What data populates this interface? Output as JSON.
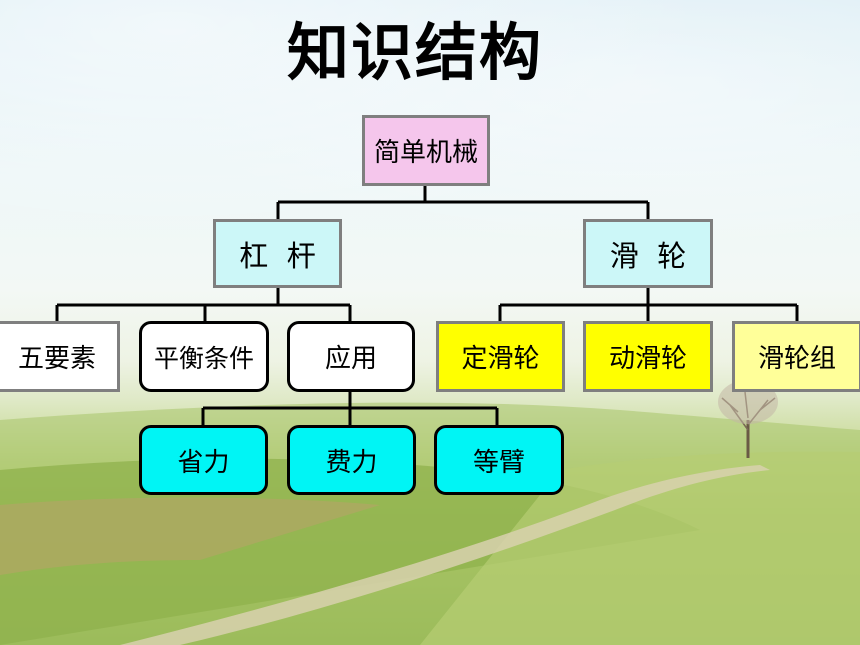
{
  "title": "知识结构",
  "root": {
    "label": "简单机械",
    "color": "#f5c6ec"
  },
  "level1": [
    {
      "label": "杠  杆",
      "color": "#ccf7f8"
    },
    {
      "label": "滑  轮",
      "color": "#ccf7f8"
    }
  ],
  "lever_children": [
    {
      "label": "五要素",
      "color": "#ffffff"
    },
    {
      "label": "平衡条件",
      "color": "#ffffff"
    },
    {
      "label": "应用",
      "color": "#ffffff"
    }
  ],
  "application_children": [
    {
      "label": "省力",
      "color": "#00f5f5"
    },
    {
      "label": "费力",
      "color": "#00f5f5"
    },
    {
      "label": "等臂",
      "color": "#00f5f5"
    }
  ],
  "pulley_children": [
    {
      "label": "定滑轮",
      "color": "#ffff00"
    },
    {
      "label": "动滑轮",
      "color": "#ffff00"
    },
    {
      "label": "滑轮组",
      "color": "#ffff99"
    }
  ]
}
